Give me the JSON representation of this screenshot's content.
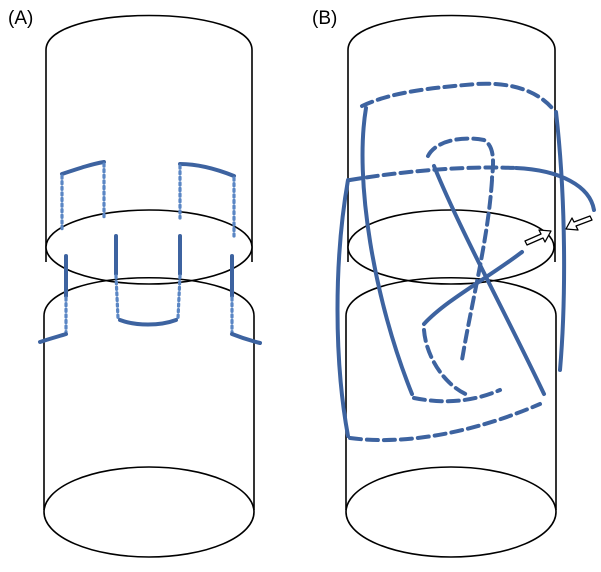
{
  "panels": [
    {
      "id": "A",
      "label": "(A)"
    },
    {
      "id": "B",
      "label": "(B)"
    }
  ],
  "colors": {
    "outline": "#000000",
    "suture": "#3d63a0",
    "suture_hidden": "#5a86c4",
    "arrow_fill": "#ffffff"
  },
  "icons": {
    "arrow": "open-arrow-icon"
  }
}
